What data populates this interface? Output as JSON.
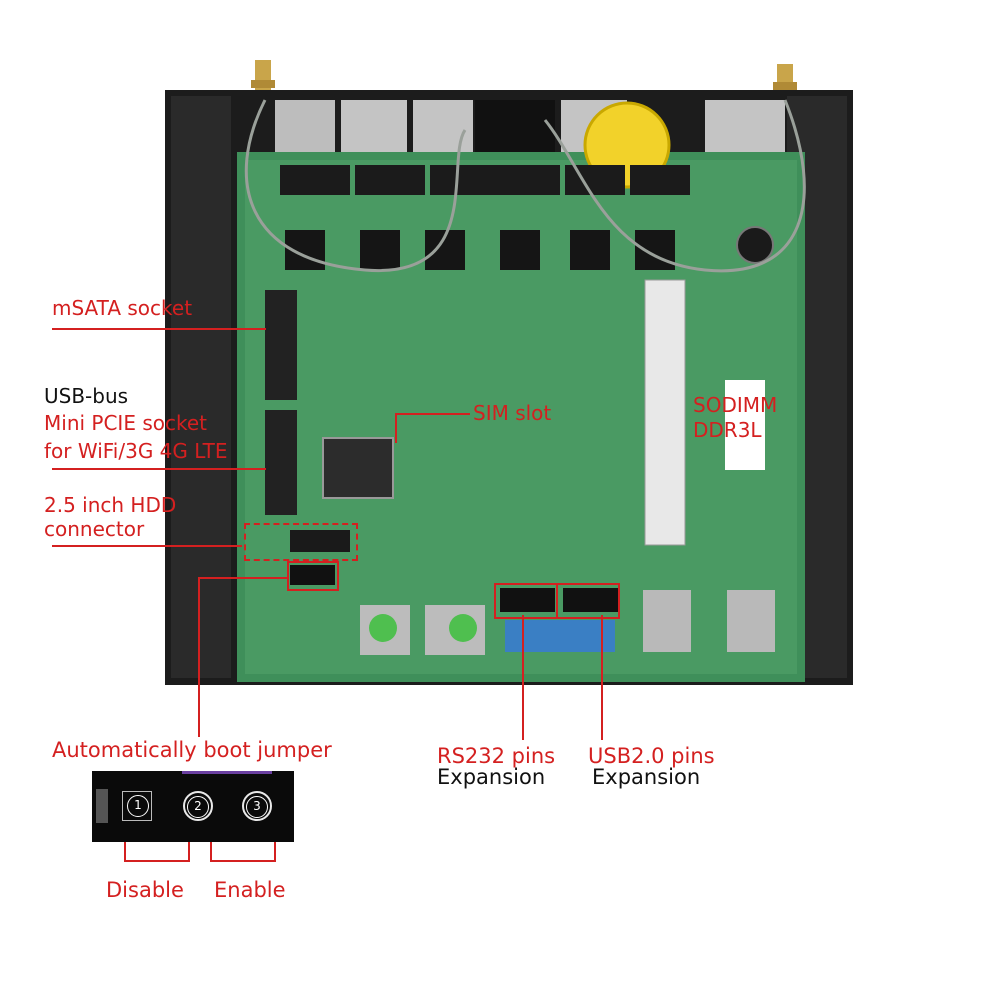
{
  "labels": {
    "msata": "mSATA socket",
    "usb_bus": "USB-bus",
    "mini_pcie": "Mini PCIE socket",
    "wifi": "for WiFi/3G 4G LTE",
    "hdd_line1": "2.5 inch HDD",
    "hdd_line2": "connector",
    "sim_slot": "SIM slot",
    "sodimm_line1": "SODIMM",
    "sodimm_line2": "DDR3L",
    "boot_jumper": "Automatically boot jumper",
    "rs232_line1": "RS232 pins",
    "rs232_line2": "Expansion",
    "usb20_line1": "USB2.0 pins",
    "usb20_line2": "Expansion",
    "disable": "Disable",
    "enable": "Enable"
  },
  "jumper_pins": [
    "1",
    "2",
    "3"
  ],
  "colors": {
    "callout": "#d42020",
    "pcb": "#3f8f5a",
    "case": "#1c1c1c"
  }
}
